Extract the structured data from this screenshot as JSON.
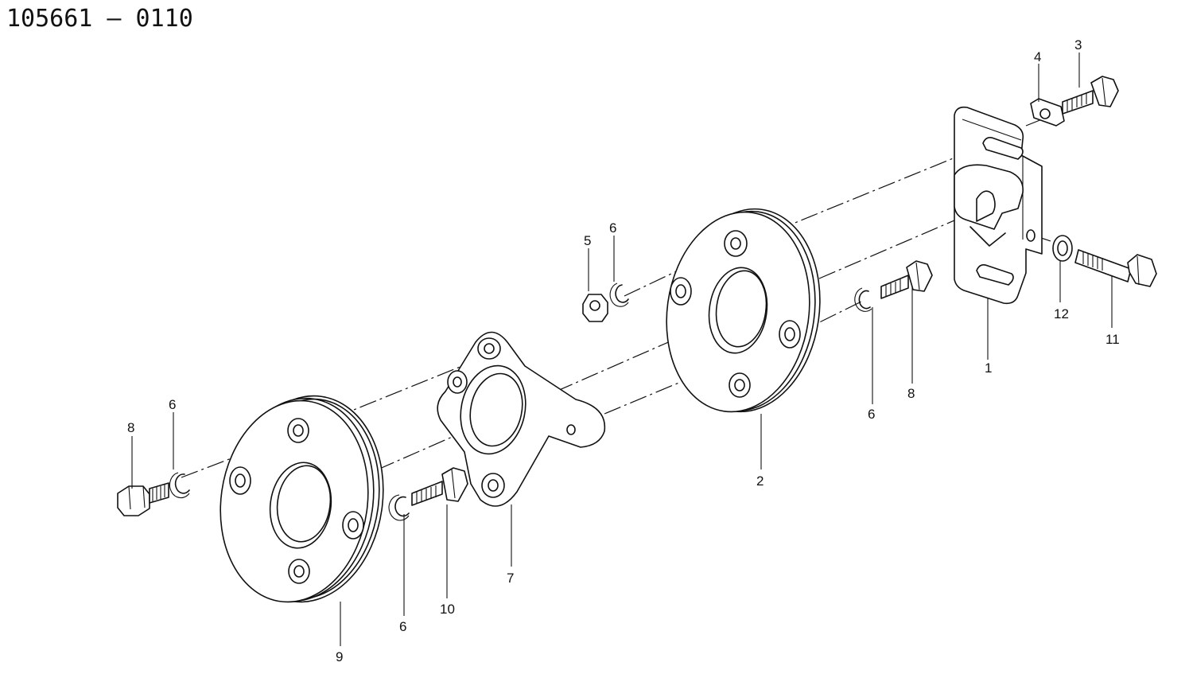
{
  "title": "105661 — 0110",
  "callouts": {
    "c1": "1",
    "c2": "2",
    "c3": "3",
    "c4": "4",
    "c5": "5",
    "c6_top": "6",
    "c6_right": "6",
    "c6_left": "6",
    "c6_bottom": "6",
    "c7": "7",
    "c8_right": "8",
    "c8_left": "8",
    "c9": "9",
    "c10": "10",
    "c11": "11",
    "c12": "12"
  }
}
